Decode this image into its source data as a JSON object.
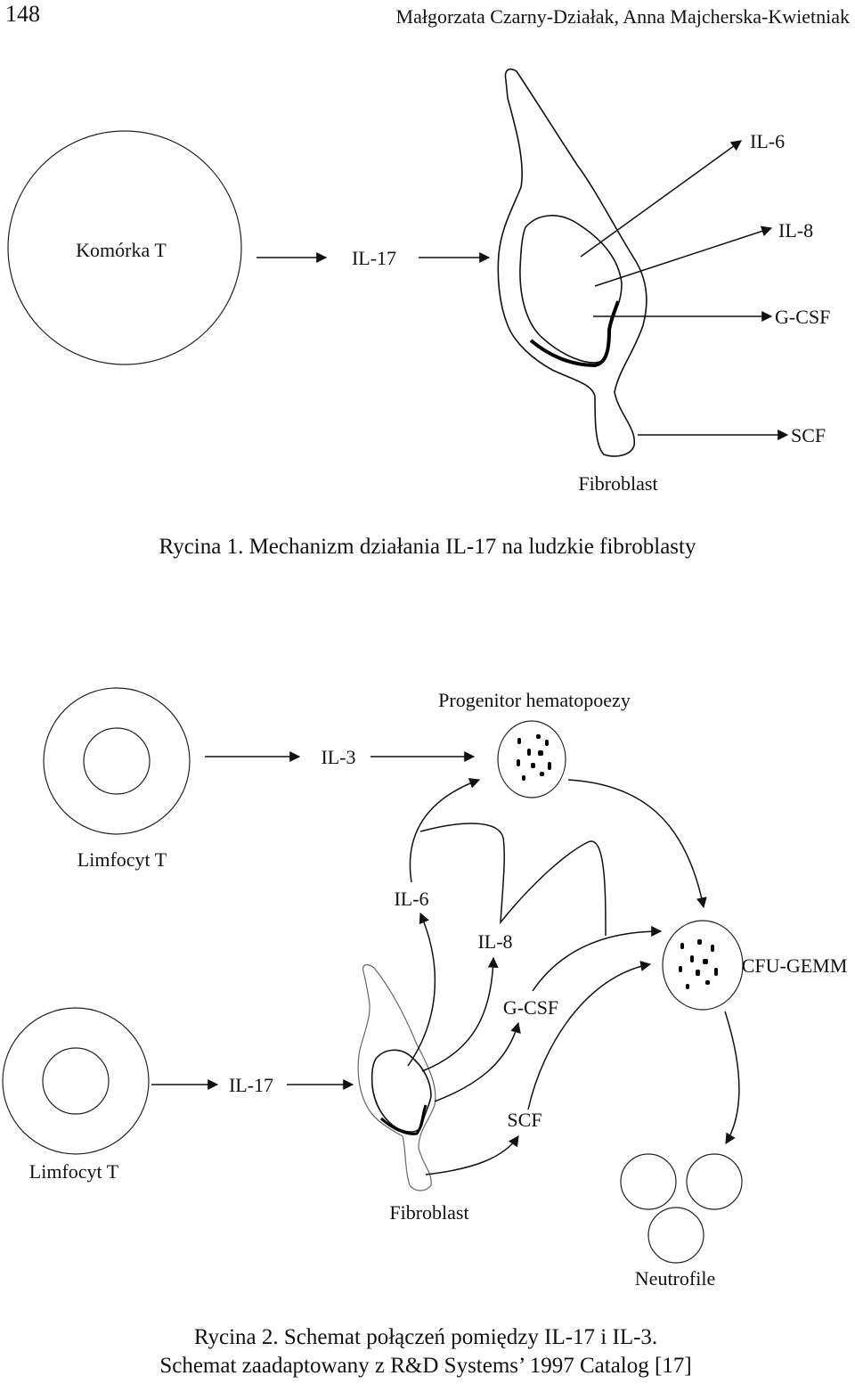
{
  "header": {
    "page_number": "148",
    "authors": "Małgorzata Czarny-Działak, Anna Majcherska-Kwietniak"
  },
  "figure1": {
    "t_cell_label": "Komórka T",
    "il17_label": "IL-17",
    "outputs": [
      "IL-6",
      "IL-8",
      "G-CSF",
      "SCF"
    ],
    "fibroblast_label": "Fibroblast",
    "caption": "Rycina 1. Mechanizm działania IL-17 na ludzkie fibroblasty"
  },
  "figure2": {
    "progenitor_label": "Progenitor hematopoezy",
    "il3_label": "IL-3",
    "lymphocyte_top_label": "Limfocyt T",
    "lymphocyte_bottom_label": "Limfocyt T",
    "il6_label": "IL-6",
    "il8_label": "IL-8",
    "gcsf_label": "G-CSF",
    "scf_label": "SCF",
    "il17_label": "IL-17",
    "cfu_label": "CFU-GEMM",
    "fibroblast_label": "Fibroblast",
    "neutrophils_label": "Neutrofile",
    "caption_line1": "Rycina 2. Schemat połączeń pomiędzy IL-17 i IL-3.",
    "caption_line2": "Schemat zaadaptowany z R&D Systems’ 1997 Catalog [17]"
  }
}
